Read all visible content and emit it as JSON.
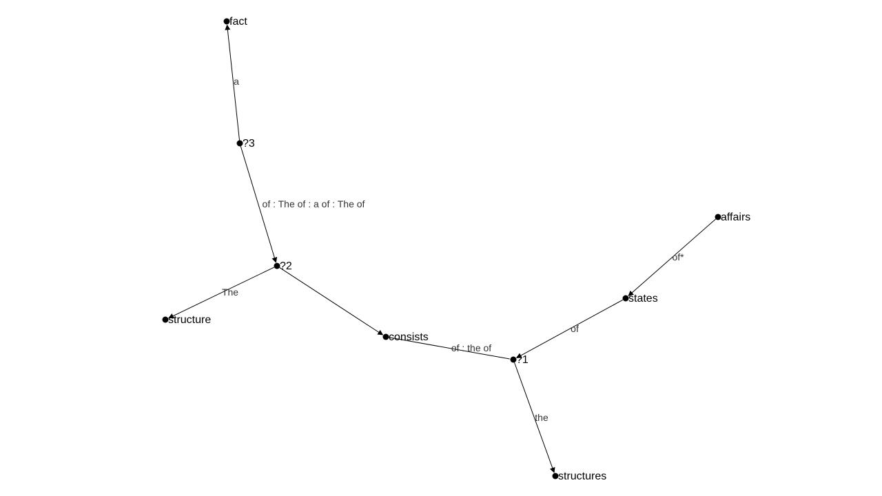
{
  "graph": {
    "nodes": [
      {
        "id": "fact",
        "label": "fact"
      },
      {
        "id": "q3",
        "label": "?3"
      },
      {
        "id": "q2",
        "label": "?2"
      },
      {
        "id": "structure",
        "label": "structure"
      },
      {
        "id": "consists",
        "label": "consists"
      },
      {
        "id": "q1",
        "label": "?1"
      },
      {
        "id": "states",
        "label": "states"
      },
      {
        "id": "affairs",
        "label": "affairs"
      },
      {
        "id": "structures",
        "label": "structures"
      }
    ],
    "edges": [
      {
        "from": "q3",
        "to": "fact",
        "label": "a"
      },
      {
        "from": "q3",
        "to": "q2",
        "label": "of : The of : a of : The of"
      },
      {
        "from": "q2",
        "to": "structure",
        "label": "The"
      },
      {
        "from": "q2",
        "to": "consists",
        "label": ""
      },
      {
        "from": "consists",
        "to": "q1",
        "label": "of : the of",
        "arrow": false
      },
      {
        "from": "states",
        "to": "q1",
        "label": "of"
      },
      {
        "from": "affairs",
        "to": "states",
        "label": "of*"
      },
      {
        "from": "q1",
        "to": "structures",
        "label": "the"
      }
    ]
  }
}
